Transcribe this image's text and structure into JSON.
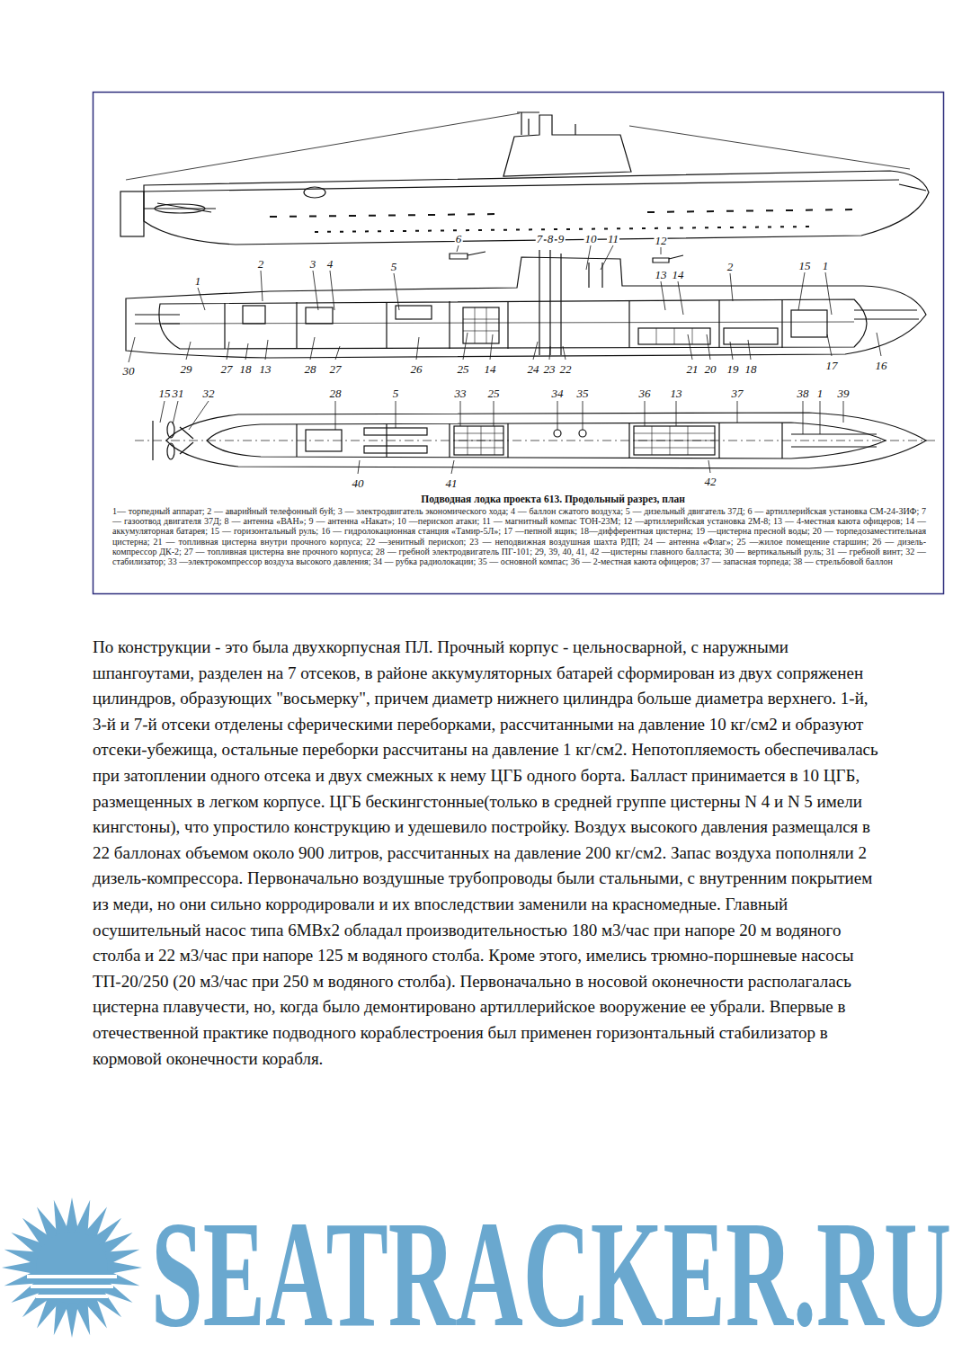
{
  "diagram": {
    "caption": "Подводная лодка проекта 613. Продольный разрез, план",
    "labels": [
      "6",
      "7",
      "8",
      "9",
      "10",
      "11",
      "12",
      "1",
      "2",
      "3",
      "4",
      "5",
      "13",
      "14",
      "2",
      "15",
      "1",
      "30",
      "29",
      "27",
      "18",
      "13",
      "28",
      "27",
      "26",
      "25",
      "14",
      "24",
      "23",
      "22",
      "21",
      "20",
      "19",
      "18",
      "17",
      "16",
      "15",
      "31",
      "32",
      "28",
      "5",
      "33",
      "25",
      "34",
      "35",
      "36",
      "13",
      "37",
      "38",
      "1",
      "39",
      "40",
      "41",
      "42",
      "1— торпедный аппарат; 2 — аварийный телефонный буй; 3 — электродвигатель экономического хода; 4 — баллон сжатого воздуха; 5 — дизельный двигатель 37Д; 6 — артиллерийская установка СМ-24-ЗИФ; 7 — газоотвод двигателя 37Д; 8 — антенна «ВАН»; 9 — антенна «Накат»; 10 —перископ атаки; 11 — магнитный компас ТОН-23М; 12 —артиллерийская установка 2М-8; 13 — 4-местная каюта офицеров; 14 — аккумуляторная батарея; 15 — горизонтальный руль; 16 — гидролокационная станция «Тамир-5Л»; 17 —пепной ящик; 18—дифферентная цистерна; 19 —цистерна пресной воды; 20 — торпедозаместительная цистерна; 21 — топливная цистерна внутри прочного корпуса; 22 —зенитный перископ; 23 — неподвижная воздушная шахта РДП; 24 — антенна «Флаг»; 25 —жилое помещение старшин; 26 — дизель-компрессор ДК-2; 27 — топливная цистерна вне прочного корпуса; 28 — гребной электродвигатель ПГ-101; 29, 39, 40, 41, 42 —цистерны главного балласта; 30 — вертикальный руль; 31 — гребной винт; 32 — стабилизатор; 33 —электрокомпрессор воздуха высокого давления; 34 — рубка радиолокации; 35 — основной компас; 36 — 2-местная каюта офицеров; 37 — запасная торпеда; 38 — стрельбовой баллон",
      "По конструкции - это была двухкорпусная ПЛ. Прочный корпус - цельносварной, с наружными шпангоутами, разделен на 7 отсеков, в районе аккумуляторных батарей сформирован из двух сопряженен цилиндров, образующих \"восьмерку\", причем диаметр нижнего цилиндра больше диаметра верхнего. 1-й, 3-й и 7-й отсеки отделены сферическими переборками, рассчитанными на давление 10 кг/см2 и образуют отсеки-убежища, остальные переборки рассчитаны на давление 1 кг/см2. Непотопляемость обеспечивалась при затоплении одного отсека и двух смежных к нему ЦГБ одного борта. Балласт принимается в 10 ЦГБ, размещенных в легком корпусе. ЦГБ бескингстонные(только в средней группе цистерны N 4 и N 5 имели кингстоны), что упростило конструкцию и удешевило постройку. Воздух высокого давления размещался в 22 баллонах объемом около 900 литров, рассчитанных на давление 200 кг/см2. Запас воздуха пополняли 2 дизель-компрессора. Первоначально воздушные трубопроводы были стальными, с внутренним покрытием из меди, но они сильно корродировали и их впоследствии заменили на красномедные. Главный осушительный насос типа 6МВх2 обладал производительностью 180 м3/час при напоре 20 м водяного столба и 22 м3/час при напоре 125 м водяного столба. Кроме этого, имелись трюмно-поршневые насосы ТП-20/250 (20 м3/час при 250 м водяного столба). Первоначально в носовой оконечности располагалась цистерна плавучести, но, когда было демонтировано артиллерийское вооружение ее убрали. Впервые в отечественной практике подводного кораблестроения был применен горизонтальный стабилизатор в кормовой оконечности корабля.",
      "SEATRACKER.RU"
    ]
  }
}
